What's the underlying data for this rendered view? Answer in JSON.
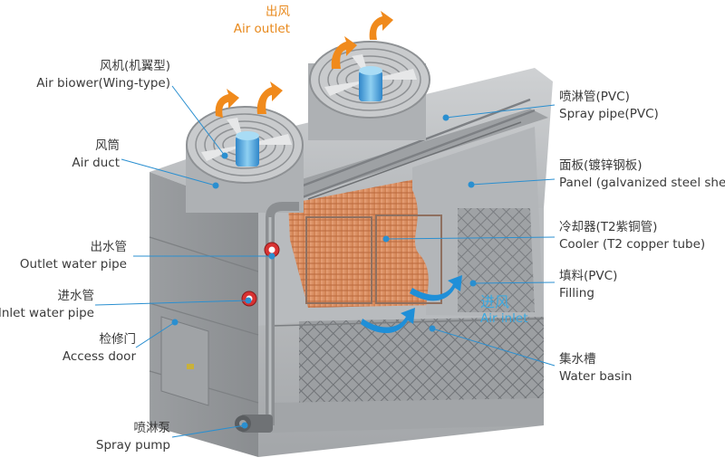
{
  "title": "Closed cooling tower structure",
  "labels": {
    "air_outlet": {
      "cn": "出风",
      "en": "Air outlet"
    },
    "fan": {
      "cn": "风机(机翼型)",
      "en": "Air biower(Wing-type)"
    },
    "air_duct": {
      "cn": "风筒",
      "en": "Air duct"
    },
    "outlet_pipe": {
      "cn": "出水管",
      "en": "Outlet water pipe"
    },
    "inlet_pipe": {
      "cn": "进水管",
      "en": "Inlet water pipe"
    },
    "access_door": {
      "cn": "检修门",
      "en": "Access door"
    },
    "spray_pump": {
      "cn": "喷淋泵",
      "en": "Spray pump"
    },
    "spray_pipe": {
      "cn": "喷淋管(PVC)",
      "en": "Spray pipe(PVC)"
    },
    "panel": {
      "cn": "面板(镀锌钢板)",
      "en": "Panel (galvanized steel sheet)"
    },
    "cooler": {
      "cn": "冷却器(T2紫铜管)",
      "en": "Cooler (T2 copper tube)"
    },
    "filling": {
      "cn": "填料(PVC)",
      "en": "Filling"
    },
    "air_inlet": {
      "cn": "进风",
      "en": "Air inlet"
    },
    "water_basin": {
      "cn": "集水槽",
      "en": "Water basin"
    }
  },
  "colors": {
    "leader": "#2a8fd0",
    "dot": "#2a8fd0",
    "copper": "#d98a5a",
    "steel": "#a7aaad",
    "arrow_orange": "#f08a1c",
    "arrow_blue": "#1f8fd8"
  }
}
